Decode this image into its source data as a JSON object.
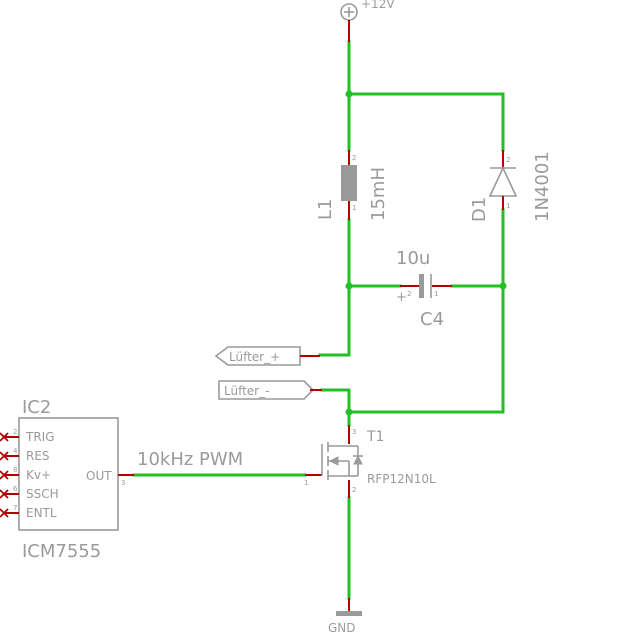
{
  "power": {
    "vcc": "+12V",
    "gnd": "GND"
  },
  "inductor": {
    "ref": "L1",
    "value": "15mH",
    "pin_top": "2",
    "pin_bottom": "1"
  },
  "diode": {
    "ref": "D1",
    "value": "1N4001",
    "pin_top": "2",
    "pin_bottom": "1"
  },
  "capacitor": {
    "ref": "C4",
    "value": "10u",
    "pin_left": "2",
    "pin_right": "1",
    "polarity": "+"
  },
  "connectors": {
    "fan_plus": "Lüfter_+",
    "fan_minus": "Lüfter_-"
  },
  "transistor": {
    "ref": "T1",
    "value": "RFP12N10L",
    "pin_drain": "3",
    "pin_gate": "1",
    "pin_source": "2"
  },
  "ic": {
    "ref": "IC2",
    "value": "ICM7555",
    "out_label": "OUT",
    "out_pin": "3",
    "pins": [
      {
        "label": "TRIG",
        "num": "2"
      },
      {
        "label": "RES",
        "num": "4"
      },
      {
        "label": "Kv+",
        "num": "8"
      },
      {
        "label": "SSCH",
        "num": "6"
      },
      {
        "label": "ENTL",
        "num": "7"
      }
    ]
  },
  "net_label": "10kHz PWM",
  "colors": {
    "wire": "#22c022",
    "pin": "#b40000",
    "symbol": "#9a9a9a"
  }
}
